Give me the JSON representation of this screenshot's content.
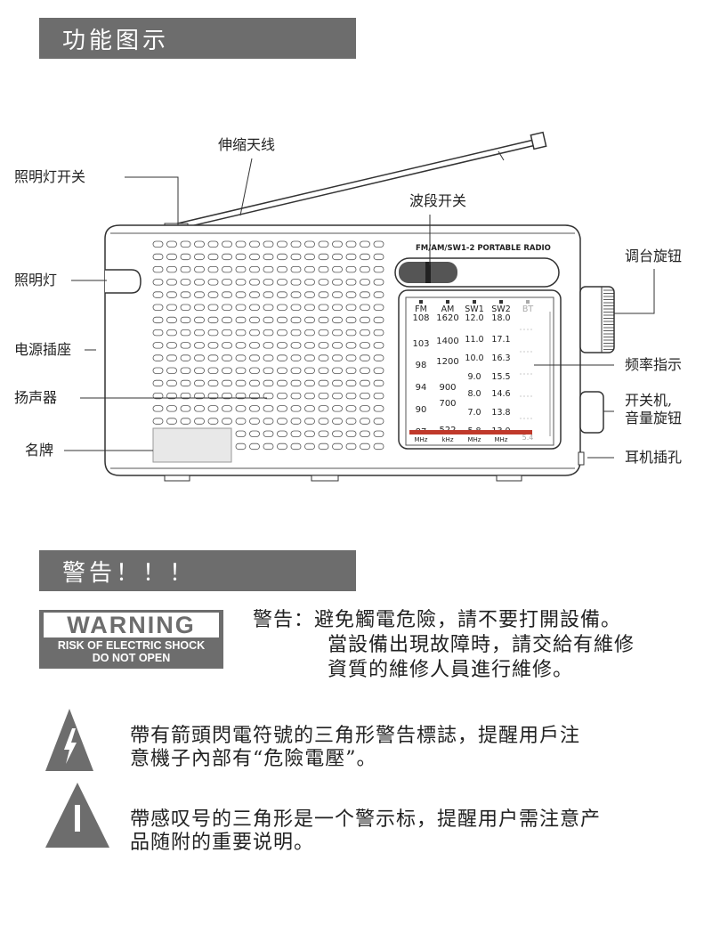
{
  "section1": {
    "title": "功能图示"
  },
  "section2": {
    "title": "警告！！！"
  },
  "radio": {
    "brand_label": "FM/AM/SW1-2 PORTABLE RADIO",
    "band_headers": [
      "FM",
      "AM",
      "SW1",
      "SW2",
      "BT"
    ],
    "dial": {
      "fm": [
        "108",
        "103",
        "98",
        "94",
        "90",
        "87"
      ],
      "am": [
        "1620",
        "1400",
        "1200",
        "900",
        "700",
        "522"
      ],
      "sw1": [
        "12.0",
        "11.0",
        "10.0",
        "9.0",
        "8.0",
        "7.0",
        "5.8"
      ],
      "sw2": [
        "18.0",
        "17.1",
        "16.3",
        "15.5",
        "14.6",
        "13.8",
        "13.0"
      ],
      "bt_bottom": "5.4",
      "units": [
        "MHz",
        "kHz",
        "MHz",
        "MHz"
      ]
    }
  },
  "callouts": {
    "antenna": "伸缩天线",
    "light_switch": "照明灯开关",
    "band_switch": "波段开关",
    "tuning_knob": "调台旋钮",
    "light": "照明灯",
    "power_socket": "电源插座",
    "freq_indicator": "频率指示",
    "speaker": "扬声器",
    "power_volume_1": "开关机,",
    "power_volume_2": "音量旋钮",
    "nameplate": "名牌",
    "earphone_jack": "耳机插孔"
  },
  "warning_badge": {
    "big": "WARNING",
    "line1": "RISK OF ELECTRIC SHOCK",
    "line2": "DO NOT OPEN"
  },
  "warning_text": {
    "line1": "警告：避免觸電危險，請不要打開設備。",
    "line2": "當設備出現故障時，請交給有維修",
    "line3": "資質的維修人員進行維修。"
  },
  "lightning_text": {
    "line1": "帶有箭頭閃電符號的三角形警告標誌，提醒用戶注",
    "line2": "意機子內部有“危險電壓”。"
  },
  "exclaim_text": {
    "line1": "帶感叹号的三角形是一个警示标，提醒用户需注意产",
    "line2": "品随附的重要说明。"
  },
  "colors": {
    "bar": "#6d6d6d",
    "tuning_needle": "#c0392b"
  },
  "icons": [
    "lightning-warning-icon",
    "exclamation-warning-icon"
  ]
}
